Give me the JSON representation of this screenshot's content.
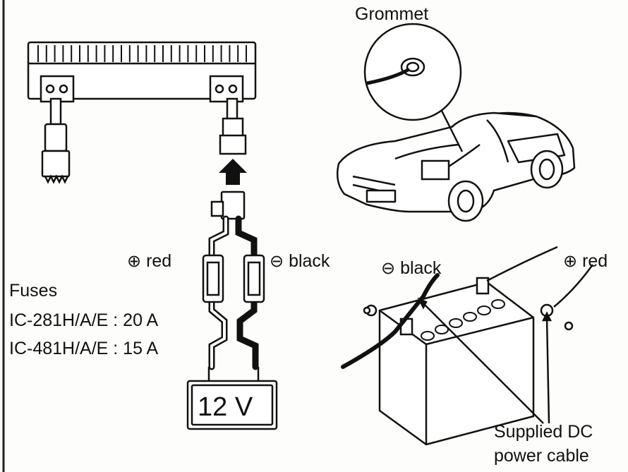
{
  "labels": {
    "grommet": "Grommet",
    "fuses_title": "Fuses",
    "fuse_1": "IC-281H/A/E : 20 A",
    "fuse_2": "IC-481H/A/E : 15 A",
    "plus_red_left": "red",
    "minus_black_left": "black",
    "minus_black_right": "black",
    "plus_red_right": "red",
    "battery_voltage": "12 V",
    "supplied_line1": "Supplied DC",
    "supplied_line2": "power cable"
  },
  "symbols": {
    "plus": "⊕",
    "minus": "⊖"
  }
}
